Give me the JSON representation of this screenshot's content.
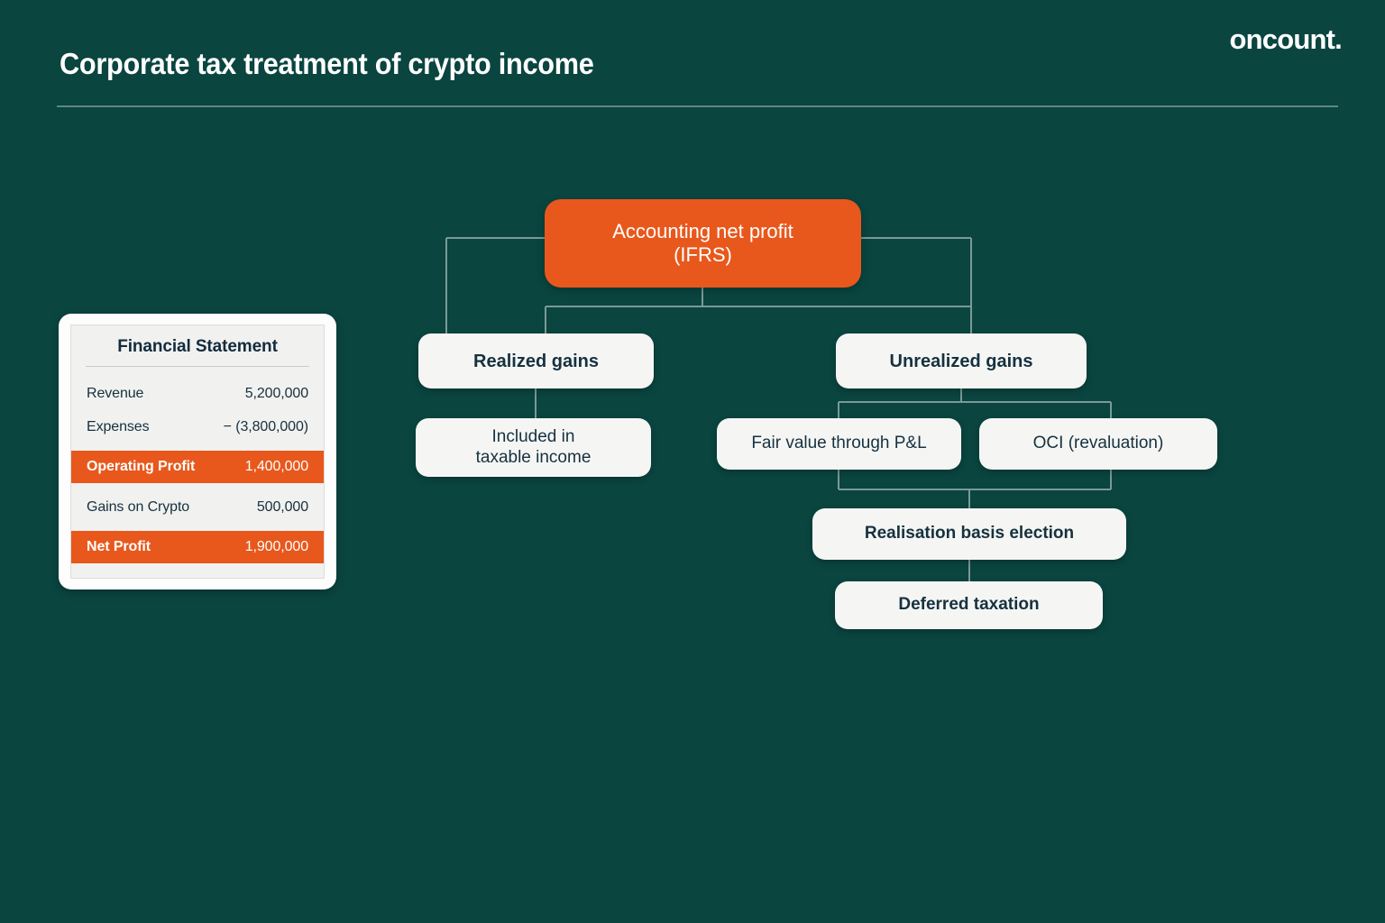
{
  "header": {
    "title": "Corporate tax treatment of crypto income",
    "brand": "oncount."
  },
  "colors": {
    "background": "#0a4540",
    "accent_orange": "#e8581c",
    "node_white": "#f5f6f4",
    "node_text": "#16313f",
    "rule": "#7e9c99"
  },
  "financial_statement": {
    "title": "Financial Statement",
    "rows": [
      {
        "label": "Revenue",
        "value": "5,200,000",
        "highlight": false
      },
      {
        "label": "Expenses",
        "value": "− (3,800,000)",
        "highlight": false
      },
      {
        "label": "Operating Profit",
        "value": "1,400,000",
        "highlight": true
      },
      {
        "label": "Gains on Crypto",
        "value": "500,000",
        "highlight": false
      },
      {
        "label": "Net Profit",
        "value": "1,900,000",
        "highlight": true
      }
    ]
  },
  "flow": {
    "root": {
      "line1": "Accounting net profit",
      "line2": "(IFRS)"
    },
    "realized": "Realized gains",
    "included": {
      "line1": "Included in",
      "line2": "taxable income"
    },
    "unrealized": "Unrealized gains",
    "fair_value": "Fair value through P&L",
    "oci": "OCI (revaluation)",
    "realisation": "Realisation basis election",
    "deferred": "Deferred taxation"
  }
}
